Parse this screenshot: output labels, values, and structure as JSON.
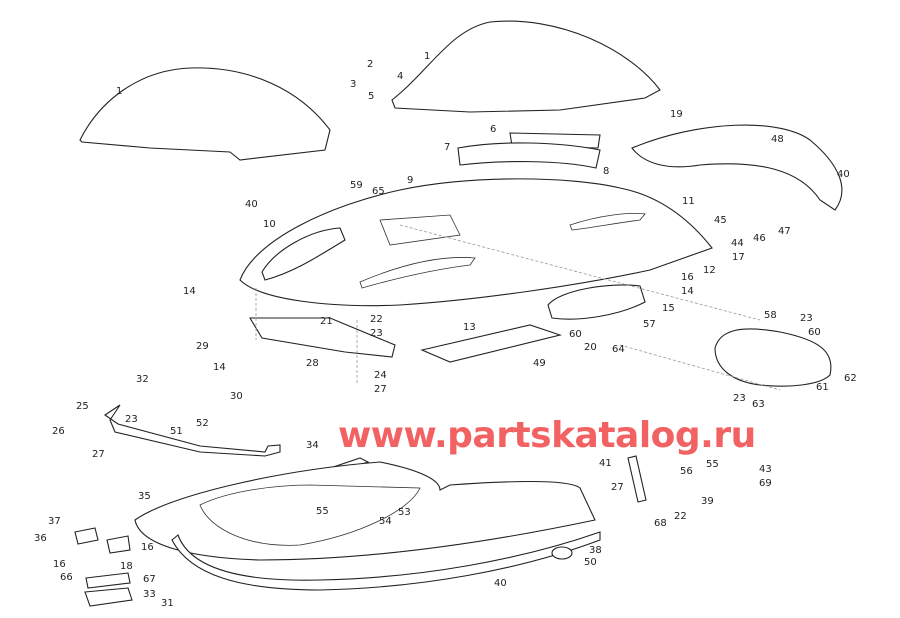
{
  "watermark": "www.partskatalog.ru",
  "watermark_color": "#f05050",
  "callouts": [
    "1",
    "1",
    "2",
    "4",
    "3",
    "5",
    "19",
    "6",
    "48",
    "7",
    "8",
    "40",
    "9",
    "59",
    "65",
    "40",
    "11",
    "10",
    "45",
    "47",
    "46",
    "44",
    "17",
    "12",
    "16",
    "14",
    "14",
    "15",
    "58",
    "23",
    "60",
    "21",
    "22",
    "23",
    "13",
    "57",
    "60",
    "20",
    "64",
    "49",
    "29",
    "14",
    "28",
    "24",
    "27",
    "32",
    "30",
    "62",
    "61",
    "23",
    "63",
    "25",
    "52",
    "23",
    "51",
    "26",
    "27",
    "34",
    "41",
    "56",
    "55",
    "43",
    "69",
    "35",
    "27",
    "39",
    "22",
    "68",
    "55",
    "53",
    "54",
    "37",
    "36",
    "16",
    "38",
    "16",
    "18",
    "50",
    "66",
    "67",
    "40",
    "33",
    "31"
  ]
}
